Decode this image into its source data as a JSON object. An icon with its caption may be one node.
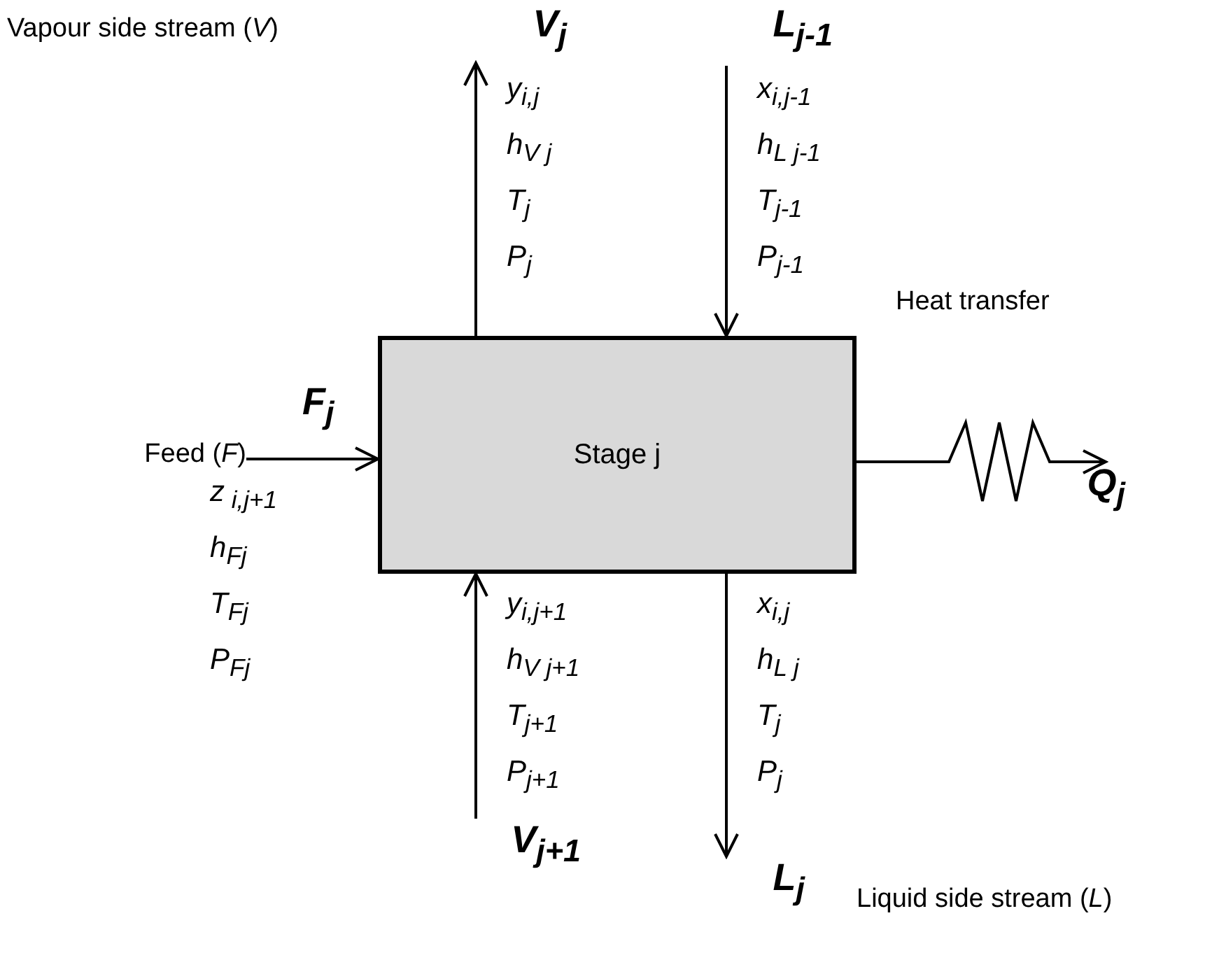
{
  "diagram": {
    "nodes": [
      {
        "text": [
          "Stage j"
        ]
      },
      {
        "text": [
          "V$_{j}$"
        ]
      },
      {
        "text": [
          "L$_{j-1}$"
        ]
      },
      {
        "text": [
          "Feed (*F*)"
        ]
      },
      {
        "text": [
          "V$_{j+1}$"
        ]
      },
      {
        "text": [
          "L$_{j}$"
        ]
      },
      {
        "text": [
          "Q$_{j}$"
        ]
      }
    ],
    "edges": [
      {
        "from": 0,
        "to": 1,
        "arrow": "to"
      },
      {
        "from": 2,
        "to": 0,
        "arrow": "to"
      },
      {
        "from": 3,
        "to": 0,
        "arrow": "to"
      },
      {
        "from": 4,
        "to": 0,
        "arrow": "to"
      },
      {
        "from": 0,
        "to": 5,
        "arrow": "to"
      },
      {
        "from": 0,
        "to": 6,
        "arrow": "to"
      }
    ],
    "labels": [
      "Vapour side stream (*V*)",
      "y$_{i,j}$",
      "h$_{V j}$",
      "T$_{j}$",
      "P$_{j}$",
      "x$_{i,j-1}$",
      "h$_{L j-1}$",
      "T$_{j-1}$",
      "P$_{j-1}$",
      "Heat transfer",
      "F$_{j}$",
      "z$_{ i,j+1}$",
      "h$_{Fj}$",
      "T$_{Fj}$",
      "P$_{Fj}$",
      "y$_{i,j+1}$",
      "h$_{V j+1}$",
      "T$_{j+1}$",
      "P$_{j+1}$",
      "x$_{i,j}$",
      "h$_{L j}$",
      "T$_{j}$",
      "P$_{j}$",
      "Liquid side stream (*L*)"
    ]
  }
}
